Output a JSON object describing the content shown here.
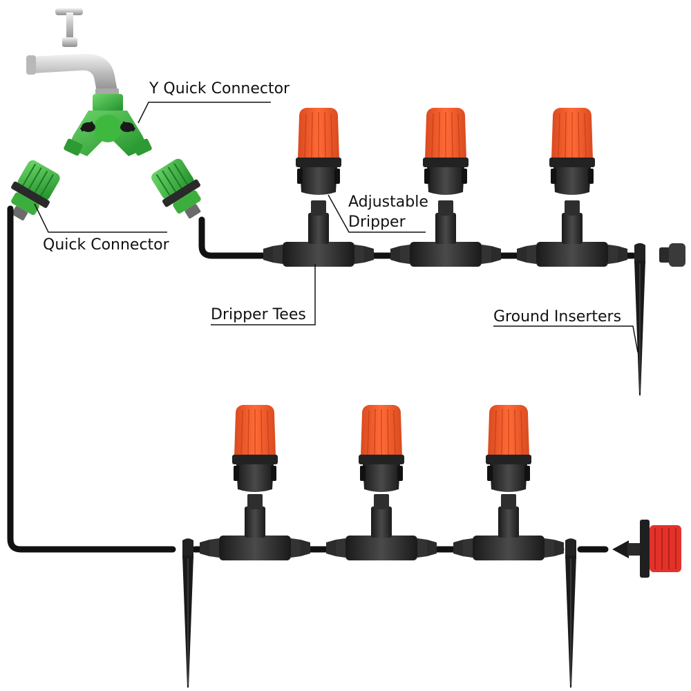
{
  "labels": {
    "y_quick_connector": "Y Quick Connector",
    "quick_connector": "Quick Connector",
    "adjustable_dripper_line1": "Adjustable",
    "adjustable_dripper_line2": "Dripper",
    "dripper_tees": "Dripper Tees",
    "ground_inserters": "Ground Inserters"
  },
  "colors": {
    "tube": "#111111",
    "fitting": "#2b2b2b",
    "dripper_cap": "#f05a2a",
    "dripper_cap_shade": "#c8401a",
    "connector_green": "#3fb83f",
    "faucet_metal": "#c9c9c9",
    "end_plug_red": "#e3322a"
  },
  "icons": {
    "faucet": "faucet-icon",
    "y_connector": "y-connector-icon",
    "quick_connector": "quick-connector-icon",
    "dripper": "adjustable-dripper-icon",
    "tee": "dripper-tee-icon",
    "stake": "ground-inserter-icon",
    "end_plug": "end-plug-icon",
    "flag_dripper": "flag-dripper-icon"
  }
}
